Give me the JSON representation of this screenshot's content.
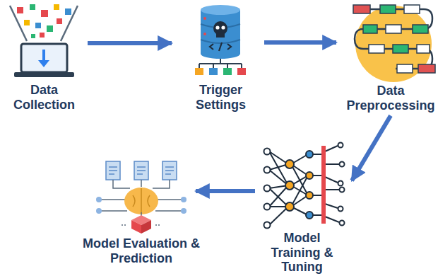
{
  "diagram": {
    "nodes": [
      {
        "text": [
          "Data Collection"
        ]
      },
      {
        "text": [
          "Trigger Settings"
        ]
      },
      {
        "text": [
          "Data Preprocessing"
        ]
      },
      {
        "text": [
          "Model Training & Tuning"
        ]
      },
      {
        "text": [
          "Model Evaluation & Prediction"
        ]
      }
    ],
    "edges": [
      {
        "from": 0,
        "to": 1,
        "arrow": "to"
      },
      {
        "from": 1,
        "to": 2,
        "arrow": "to"
      },
      {
        "from": 2,
        "to": 3,
        "arrow": "to"
      },
      {
        "from": 3,
        "to": 4,
        "arrow": "to"
      }
    ]
  }
}
